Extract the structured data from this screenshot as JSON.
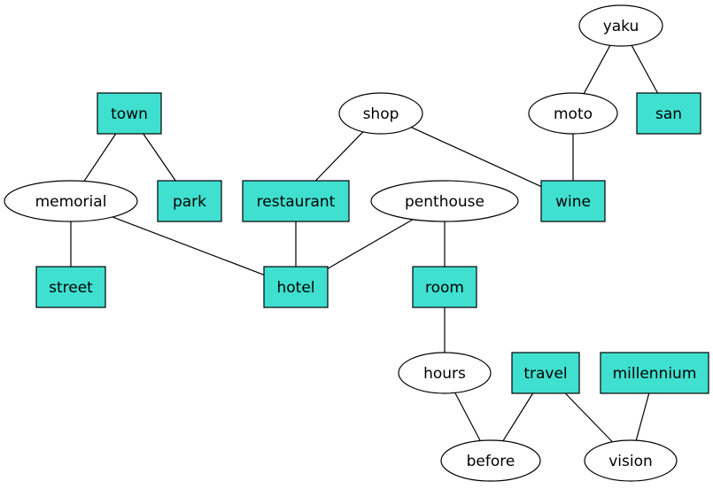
{
  "colors": {
    "box_fill": "#40e0d0",
    "ellipse_fill": "#ffffff",
    "stroke": "#000000"
  },
  "nodes": [
    {
      "id": "yaku",
      "label": "yaku",
      "shape": "ellipse"
    },
    {
      "id": "moto",
      "label": "moto",
      "shape": "ellipse"
    },
    {
      "id": "san",
      "label": "san",
      "shape": "box"
    },
    {
      "id": "town",
      "label": "town",
      "shape": "box"
    },
    {
      "id": "shop",
      "label": "shop",
      "shape": "ellipse"
    },
    {
      "id": "memorial",
      "label": "memorial",
      "shape": "ellipse"
    },
    {
      "id": "park",
      "label": "park",
      "shape": "box"
    },
    {
      "id": "restaurant",
      "label": "restaurant",
      "shape": "box"
    },
    {
      "id": "penthouse",
      "label": "penthouse",
      "shape": "ellipse"
    },
    {
      "id": "wine",
      "label": "wine",
      "shape": "box"
    },
    {
      "id": "street",
      "label": "street",
      "shape": "box"
    },
    {
      "id": "hotel",
      "label": "hotel",
      "shape": "box"
    },
    {
      "id": "room",
      "label": "room",
      "shape": "box"
    },
    {
      "id": "hours",
      "label": "hours",
      "shape": "ellipse"
    },
    {
      "id": "travel",
      "label": "travel",
      "shape": "box"
    },
    {
      "id": "millennium",
      "label": "millennium",
      "shape": "box"
    },
    {
      "id": "before",
      "label": "before",
      "shape": "ellipse"
    },
    {
      "id": "vision",
      "label": "vision",
      "shape": "ellipse"
    }
  ],
  "edges": [
    [
      "yaku",
      "moto"
    ],
    [
      "yaku",
      "san"
    ],
    [
      "moto",
      "wine"
    ],
    [
      "shop",
      "restaurant"
    ],
    [
      "shop",
      "wine"
    ],
    [
      "town",
      "memorial"
    ],
    [
      "town",
      "park"
    ],
    [
      "memorial",
      "street"
    ],
    [
      "memorial",
      "hotel"
    ],
    [
      "restaurant",
      "hotel"
    ],
    [
      "penthouse",
      "hotel"
    ],
    [
      "penthouse",
      "room"
    ],
    [
      "room",
      "hours"
    ],
    [
      "hours",
      "before"
    ],
    [
      "travel",
      "before"
    ],
    [
      "travel",
      "vision"
    ],
    [
      "millennium",
      "vision"
    ]
  ]
}
